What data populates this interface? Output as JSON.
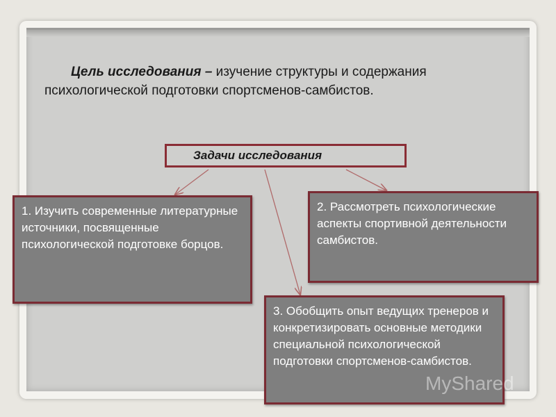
{
  "goal": {
    "heading": "Цель исследования –",
    "text": " изучение структуры и содержания психологической подготовки спортсменов-самбистов."
  },
  "tasks_label": "Задачи исследования",
  "boxes": [
    {
      "text": "1. Изучить современные литературные источники, посвященные психологической подготовке борцов."
    },
    {
      "text": "2. Рассмотреть психологические аспекты спортивной деятельности самбистов."
    },
    {
      "text": "3. Обобщить опыт ведущих тренеров и конкретизировать основные методики специальной психологической подготовки спортсменов-самбистов."
    }
  ],
  "watermark": "MyShared",
  "colors": {
    "border": "#8a2d35",
    "box_fill": "#7f7f7f",
    "panel": "#cfcfcd",
    "arrow": "#b06a6a"
  }
}
